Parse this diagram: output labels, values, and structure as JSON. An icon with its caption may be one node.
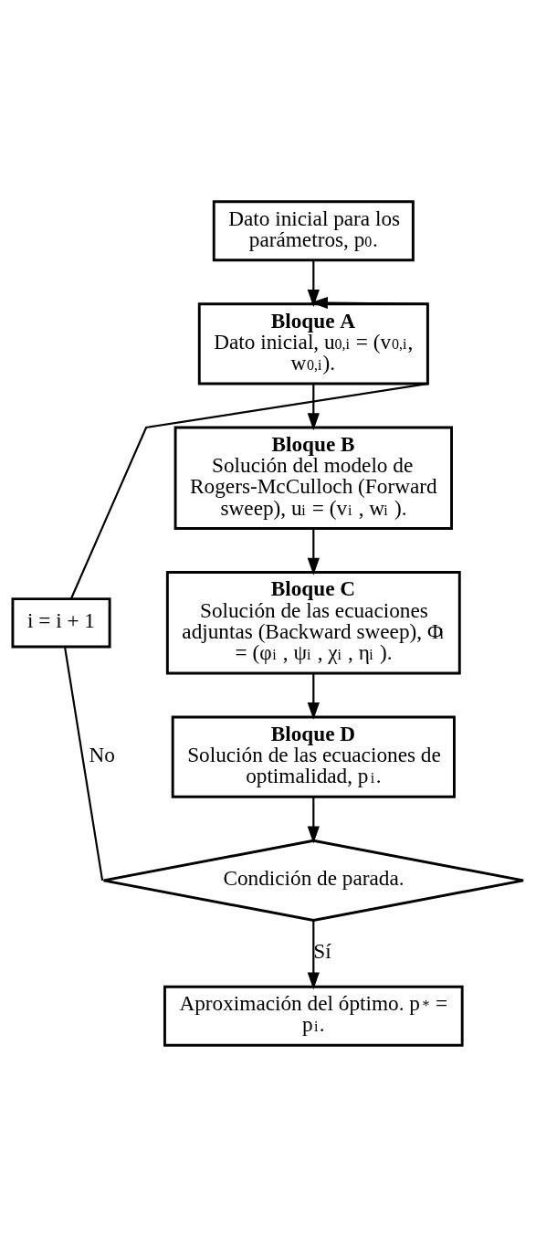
{
  "diagram": {
    "nodes": [
      {
        "text": [
          "Dato inicial para los parámetros, p$_{0}$."
        ]
      },
      {
        "text": [
          "Bloque A",
          "Dato inicial, u$_{0,i}$ = (v$_{0,i}$, w$_{0,i}$)."
        ]
      },
      {
        "text": [
          "Bloque B",
          "Solución del modelo de Rogers-McCulloch (Forward sweep), u$_{i}$ = (v$_{i}$ , w$_{i}$ )."
        ]
      },
      {
        "text": [
          "Bloque C",
          "Solución de las ecuaciones adjuntas (Backward sweep), Φ$_{i}$ = (φ$_{i}$ , ψ$_{i}$ , χ$_{i}$ , η$_{i}$ )."
        ]
      },
      {
        "text": [
          "Bloque D",
          "Solución de las ecuaciones de optimalidad, p$_{i}$."
        ]
      },
      {
        "text": [
          "Condición de parada."
        ]
      },
      {
        "text": [
          "i = i + 1"
        ]
      },
      {
        "text": [
          "Aproximación del óptimo. p$^{*}$ = p$_{i}$."
        ]
      }
    ],
    "edges": [
      {
        "from": 0,
        "to": 1,
        "arrow": "to"
      },
      {
        "from": 1,
        "to": 2,
        "arrow": "to"
      },
      {
        "from": 2,
        "to": 3,
        "arrow": "to"
      },
      {
        "from": 3,
        "to": 4,
        "arrow": "to"
      },
      {
        "from": 4,
        "to": 5,
        "arrow": "to"
      },
      {
        "from": 5,
        "to": 6,
        "arrow": "none",
        "label": "No"
      },
      {
        "from": 6,
        "to": 1,
        "arrow": "to"
      },
      {
        "from": 5,
        "to": 7,
        "arrow": "to",
        "label": "Sí"
      }
    ]
  }
}
